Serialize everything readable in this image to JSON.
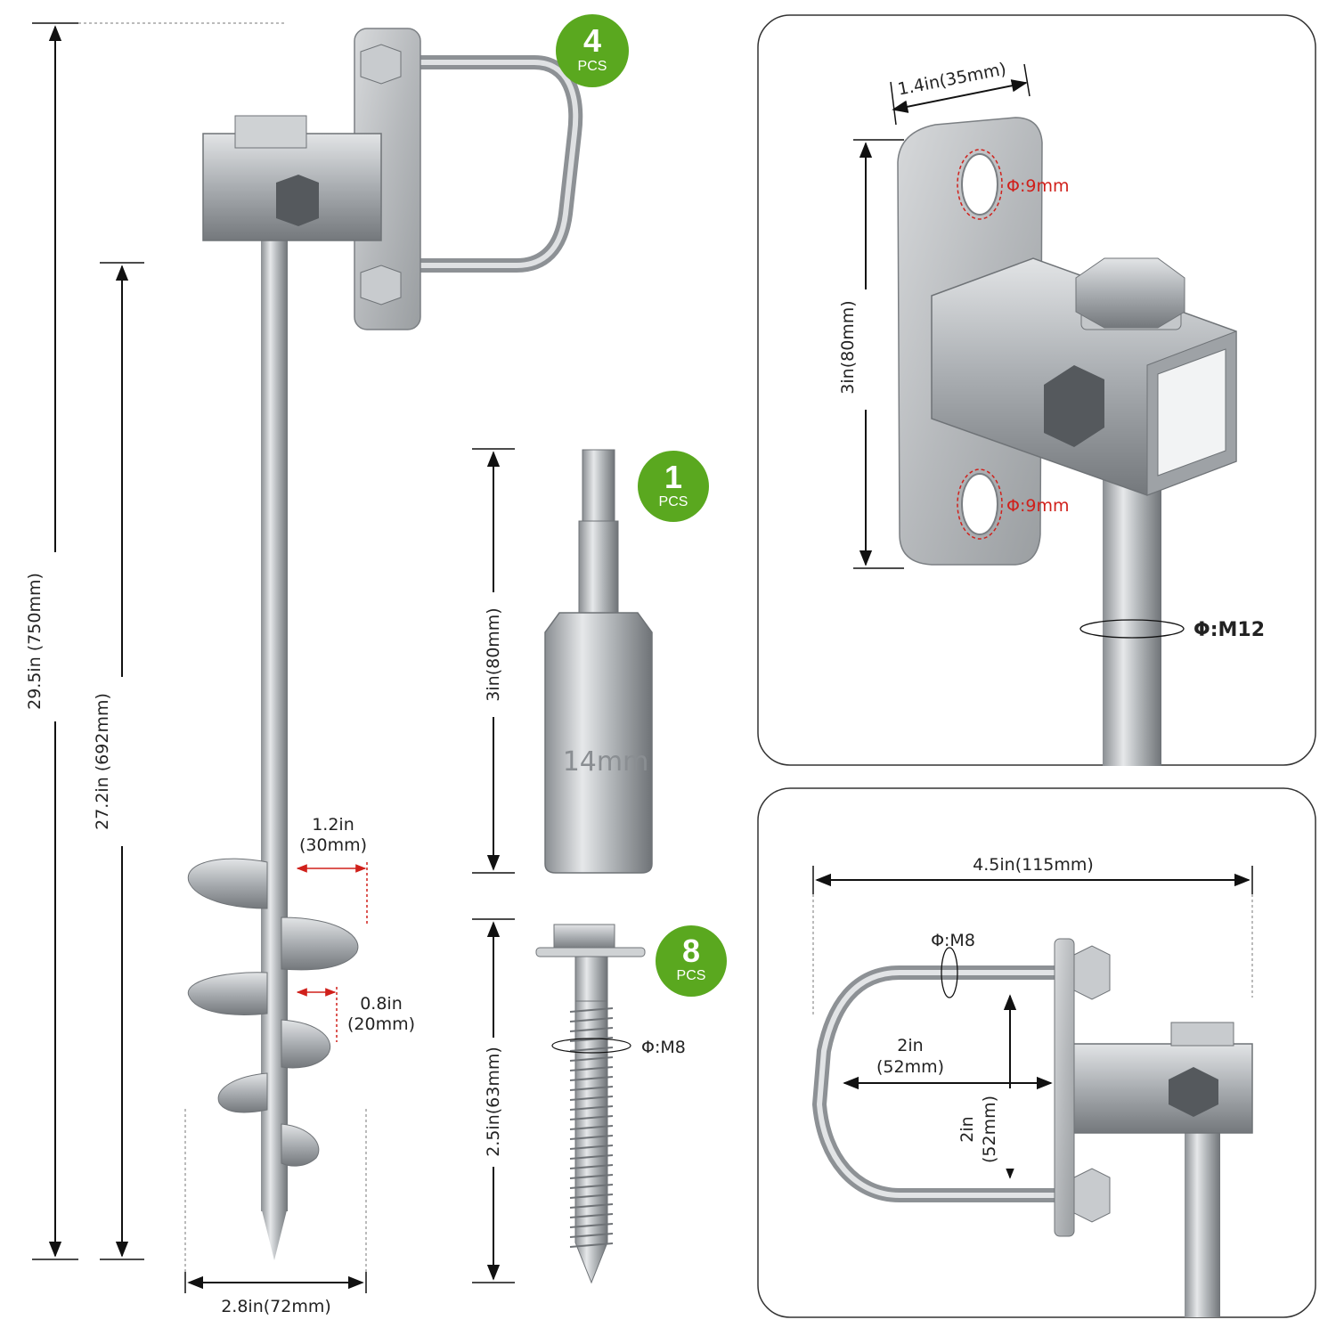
{
  "colors": {
    "badge": "#5aa81f",
    "metal": "#b9bcbf",
    "metal_dark": "#7b7f83",
    "accent_red": "#d0201b"
  },
  "badges": {
    "stake": {
      "count": "4",
      "unit": "PCS"
    },
    "socket": {
      "count": "1",
      "unit": "PCS"
    },
    "screw": {
      "count": "8",
      "unit": "PCS"
    }
  },
  "stake": {
    "total_length": "29.5in  (750mm)",
    "shaft_length": "27.2in  (692mm)",
    "helix_width": "2.8in(72mm)",
    "flight_outer_in": "1.2in",
    "flight_outer_mm": "(30mm)",
    "flight_inner_in": "0.8in",
    "flight_inner_mm": "(20mm)"
  },
  "socket": {
    "length": "3in(80mm)",
    "size_mark": "14mm"
  },
  "screw": {
    "length": "2.5in(63mm)",
    "thread": "Φ:M8"
  },
  "bracket_panel": {
    "plate_width": "1.4in(35mm)",
    "plate_height": "3in(80mm)",
    "hole_top": "Φ:9mm",
    "hole_bottom": "Φ:9mm",
    "rod_thread": "Φ:M12"
  },
  "ubolt_panel": {
    "overall_width": "4.5in(115mm)",
    "thread": "Φ:M8",
    "inner_width_in": "2in",
    "inner_width_mm": "(52mm)",
    "inner_height": "2in\n(52mm)",
    "inner_height_in": "2in",
    "inner_height_mm": "(52mm)"
  }
}
